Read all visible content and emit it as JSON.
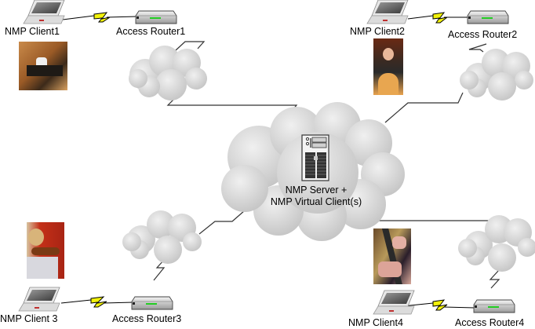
{
  "diagram": {
    "type": "network-topology",
    "server": {
      "label_line1": "NMP Server +",
      "label_line2": "NMP Virtual Client(s)",
      "icon": "server-tower-icon"
    },
    "sites": [
      {
        "client_label": "NMP Client1",
        "router_label": "Access Router1",
        "photo": "pianist-photo",
        "photo_colors": [
          "#b06a2a",
          "#f2f2f2",
          "#3a2a1e"
        ]
      },
      {
        "client_label": "NMP Client2",
        "router_label": "Access Router2",
        "photo": "cellist-photo",
        "photo_colors": [
          "#7a3a1c",
          "#e0a050",
          "#2a2a2a"
        ]
      },
      {
        "client_label": "NMP Client 3",
        "router_label": "Access Router3",
        "photo": "violinist-photo",
        "photo_colors": [
          "#c0301c",
          "#e8c79a",
          "#8a4a1e"
        ]
      },
      {
        "client_label": "NMP Client4",
        "router_label": "Access Router4",
        "photo": "clarinetist-photo",
        "photo_colors": [
          "#b89a5a",
          "#e0b0a0",
          "#3a2a3a"
        ]
      }
    ],
    "colors": {
      "cloud": "#d6d6d6",
      "link_line": "#333333",
      "wireless_bolt": "#f2f20a",
      "router_led": "#22cc22"
    }
  }
}
